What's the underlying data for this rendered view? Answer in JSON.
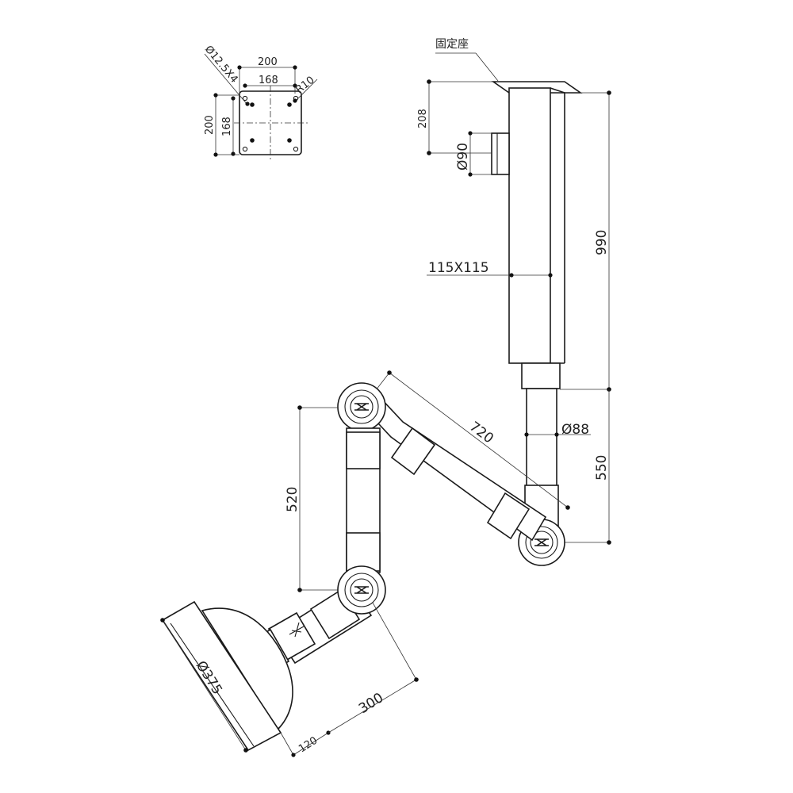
{
  "plate": {
    "outer_width": "200",
    "inner_width": "168",
    "outer_height": "200",
    "inner_height": "168",
    "hole_spec": "Ø12.5X4",
    "corner_radius": "R10"
  },
  "mount": {
    "label": "固定座",
    "mount_height": "208",
    "port_diameter": "Ø90",
    "tube_section": "115X115",
    "upper_length": "990"
  },
  "arm": {
    "tube_diameter": "Ø88",
    "lower_drop": "550",
    "link_length": "720",
    "mid_drop": "520",
    "hood_offset": "300",
    "hood_depth": "120",
    "hood_diameter": "Ø375"
  }
}
